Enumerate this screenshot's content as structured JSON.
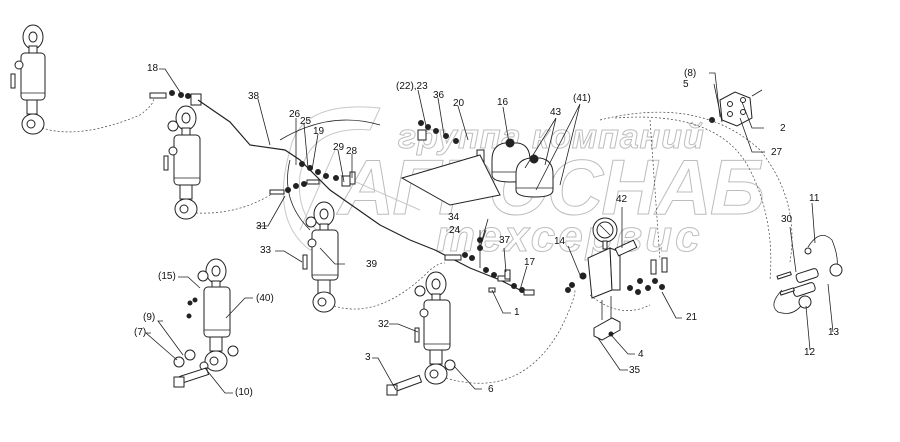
{
  "diagram": {
    "type": "exploded-parts-diagram",
    "subject": "hydraulic cylinders, lines and valve block assembly",
    "watermark": {
      "line1": "группа компаний",
      "line2": "АГРОСНАБ",
      "line3": "техсервис"
    },
    "callouts": [
      {
        "id": "c18",
        "text": "18"
      },
      {
        "id": "c38",
        "text": "38"
      },
      {
        "id": "c26a",
        "text": "26"
      },
      {
        "id": "c25",
        "text": "25"
      },
      {
        "id": "c19",
        "text": "19"
      },
      {
        "id": "c29",
        "text": "29"
      },
      {
        "id": "c28",
        "text": "28"
      },
      {
        "id": "c22_23",
        "text": "(22),23"
      },
      {
        "id": "c36",
        "text": "36"
      },
      {
        "id": "c20",
        "text": "20"
      },
      {
        "id": "c16",
        "text": "16"
      },
      {
        "id": "c43",
        "text": "43"
      },
      {
        "id": "c41",
        "text": "(41)"
      },
      {
        "id": "c8",
        "text": "(8)"
      },
      {
        "id": "c5",
        "text": "5"
      },
      {
        "id": "c2",
        "text": "2"
      },
      {
        "id": "c27",
        "text": "27"
      },
      {
        "id": "c31",
        "text": "31"
      },
      {
        "id": "c33",
        "text": "33"
      },
      {
        "id": "c39",
        "text": "39"
      },
      {
        "id": "c34",
        "text": "34"
      },
      {
        "id": "c24",
        "text": "24"
      },
      {
        "id": "c37",
        "text": "37"
      },
      {
        "id": "c17",
        "text": "17"
      },
      {
        "id": "c14",
        "text": "14"
      },
      {
        "id": "c42",
        "text": "42"
      },
      {
        "id": "c21",
        "text": "21"
      },
      {
        "id": "c11",
        "text": "11"
      },
      {
        "id": "c30",
        "text": "30"
      },
      {
        "id": "c13",
        "text": "13"
      },
      {
        "id": "c12",
        "text": "12"
      },
      {
        "id": "c15",
        "text": "(15)"
      },
      {
        "id": "c40",
        "text": "(40)"
      },
      {
        "id": "c9",
        "text": "(9)"
      },
      {
        "id": "c7",
        "text": "(7)"
      },
      {
        "id": "c10",
        "text": "(10)"
      },
      {
        "id": "c1",
        "text": "1"
      },
      {
        "id": "c32",
        "text": "32"
      },
      {
        "id": "c3",
        "text": "3"
      },
      {
        "id": "c6",
        "text": "6"
      },
      {
        "id": "c4",
        "text": "4"
      },
      {
        "id": "c35",
        "text": "35"
      }
    ]
  }
}
